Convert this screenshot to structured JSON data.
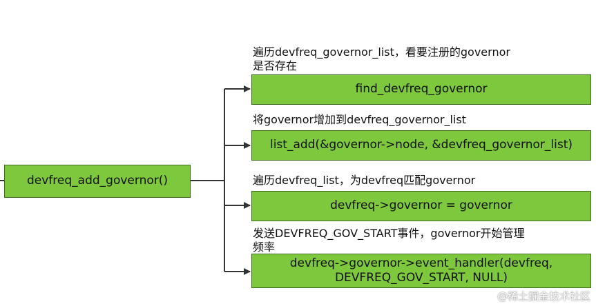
{
  "root": {
    "label": "devfreq_add_governor()"
  },
  "steps": [
    {
      "note": "遍历devfreq_governor_list，看要注册的governor\n是否存在",
      "box": "find_devfreq_governor"
    },
    {
      "note": "将governor增加到devfreq_governor_list",
      "box": "list_add(&governor->node, &devfreq_governor_list)"
    },
    {
      "note": "遍历devfreq_list，为devfreq匹配governor",
      "box": "devfreq->governor = governor"
    },
    {
      "note": "发送DEVFREQ_GOV_START事件，governor开始管理\n频率",
      "box": "devfreq->governor->event_handler(devfreq,\nDEVFREQ_GOV_START, NULL)"
    }
  ],
  "watermark": "@稀土掘金技术社区",
  "colors": {
    "box_fill": "#7dc83c",
    "box_border": "#3f6a20",
    "line": "#333333"
  }
}
